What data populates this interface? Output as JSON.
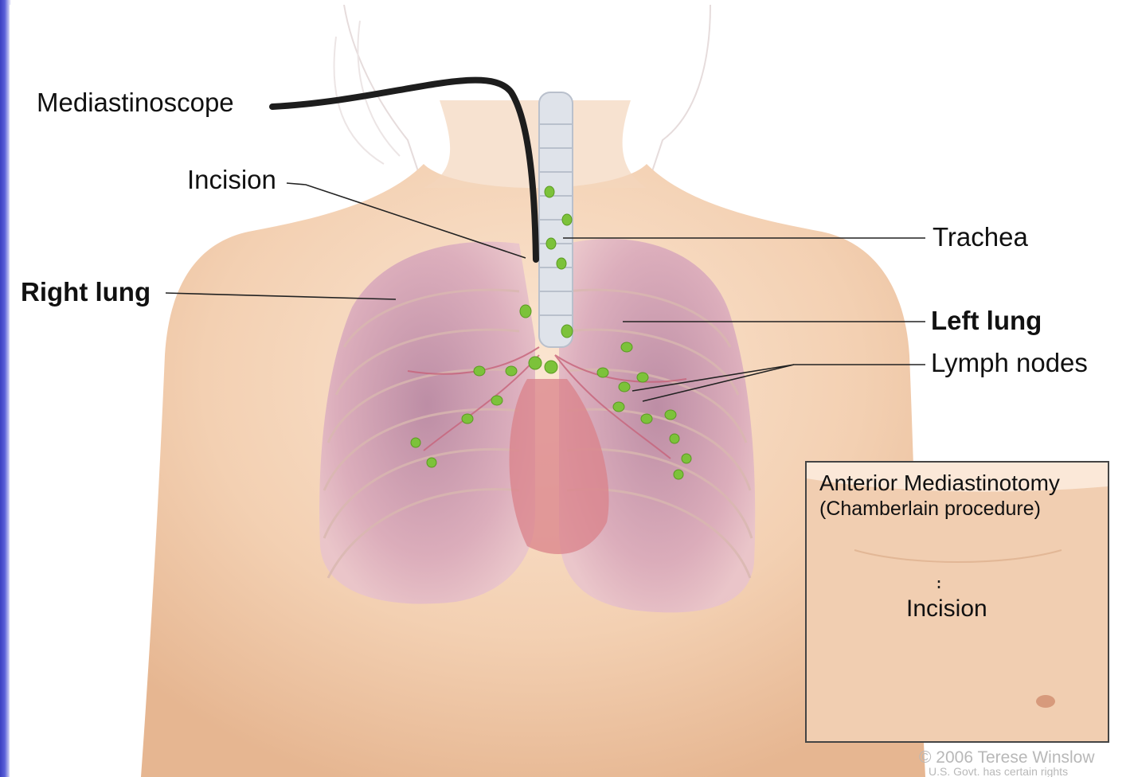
{
  "labels": {
    "mediastinoscope": "Mediastinoscope",
    "incision": "Incision",
    "trachea": "Trachea",
    "right_lung": "Right lung",
    "left_lung": "Left lung",
    "lymph_nodes": "Lymph nodes"
  },
  "inset": {
    "title": "Anterior Mediastinotomy",
    "subtitle": "(Chamberlain procedure)",
    "incision_label": "Incision"
  },
  "credit": {
    "line1": "© 2006 Terese Winslow",
    "line2": "U.S. Govt. has certain rights"
  },
  "colors": {
    "frame": "#3a3fc0",
    "skin": "#f2cfb0",
    "lung": "#d9a3b8",
    "lymph_node": "#7cc23a",
    "scope": "#222222"
  }
}
